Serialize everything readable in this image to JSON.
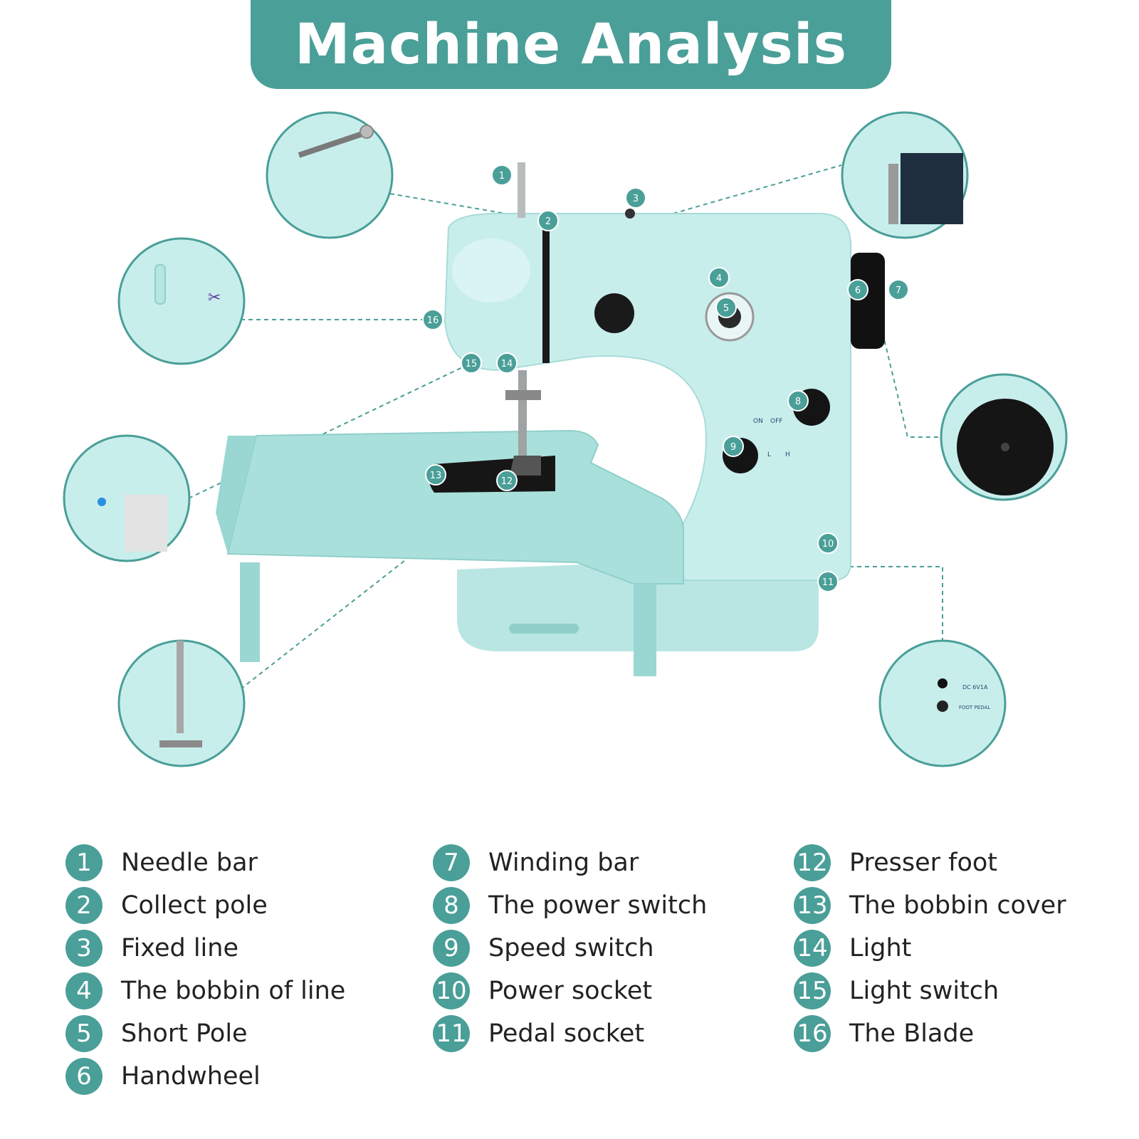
{
  "title": "Machine Analysis",
  "colors": {
    "accent": "#4a9f98",
    "machine_body": "#c8eeec",
    "machine_dark": "#111111",
    "leader_line": "#4a9f98"
  },
  "callout_numbers": [
    "1",
    "2",
    "3",
    "4",
    "5",
    "6",
    "7",
    "8",
    "9",
    "10",
    "11",
    "12",
    "13",
    "14",
    "15",
    "16"
  ],
  "switch_labels": {
    "on": "ON",
    "off": "OFF",
    "low": "L",
    "high": "H"
  },
  "inset_labels": {
    "dc": "DC 6V1A",
    "foot_pedal": "FOOT PEDAL"
  },
  "legend": [
    [
      {
        "num": "1",
        "label": "Needle bar"
      },
      {
        "num": "2",
        "label": "Collect pole"
      },
      {
        "num": "3",
        "label": "Fixed line"
      },
      {
        "num": "4",
        "label": "The bobbin of line"
      },
      {
        "num": "5",
        "label": "Short Pole"
      },
      {
        "num": "6",
        "label": "Handwheel"
      }
    ],
    [
      {
        "num": "7",
        "label": "Winding bar"
      },
      {
        "num": "8",
        "label": "The power switch"
      },
      {
        "num": "9",
        "label": "Speed switch"
      },
      {
        "num": "10",
        "label": "Power socket"
      },
      {
        "num": "11",
        "label": "Pedal socket"
      }
    ],
    [
      {
        "num": "12",
        "label": "Presser foot"
      },
      {
        "num": "13",
        "label": "The bobbin cover"
      },
      {
        "num": "14",
        "label": "Light"
      },
      {
        "num": "15",
        "label": "Light switch"
      },
      {
        "num": "16",
        "label": "The Blade"
      }
    ]
  ]
}
